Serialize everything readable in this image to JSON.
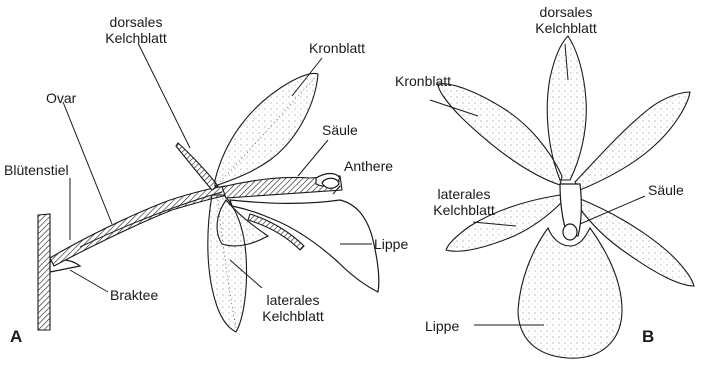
{
  "panel_a": {
    "letter": "A",
    "labels": {
      "dorsal_sepal": [
        "dorsales",
        "Kelchblatt"
      ],
      "petal": "Kronblatt",
      "ovary": "Ovar",
      "column": "Säule",
      "anther": "Anthere",
      "pedicel": "Blütenstiel",
      "lip": "Lippe",
      "bract": "Braktee",
      "lateral_sepal": [
        "laterales",
        "Kelchblatt"
      ]
    }
  },
  "panel_b": {
    "letter": "B",
    "labels": {
      "dorsal_sepal": [
        "dorsales",
        "Kelchblatt"
      ],
      "petal": "Kronblatt",
      "lateral_sepal": [
        "laterales",
        "Kelchblatt"
      ],
      "column": "Säule",
      "lip": "Lippe"
    }
  }
}
